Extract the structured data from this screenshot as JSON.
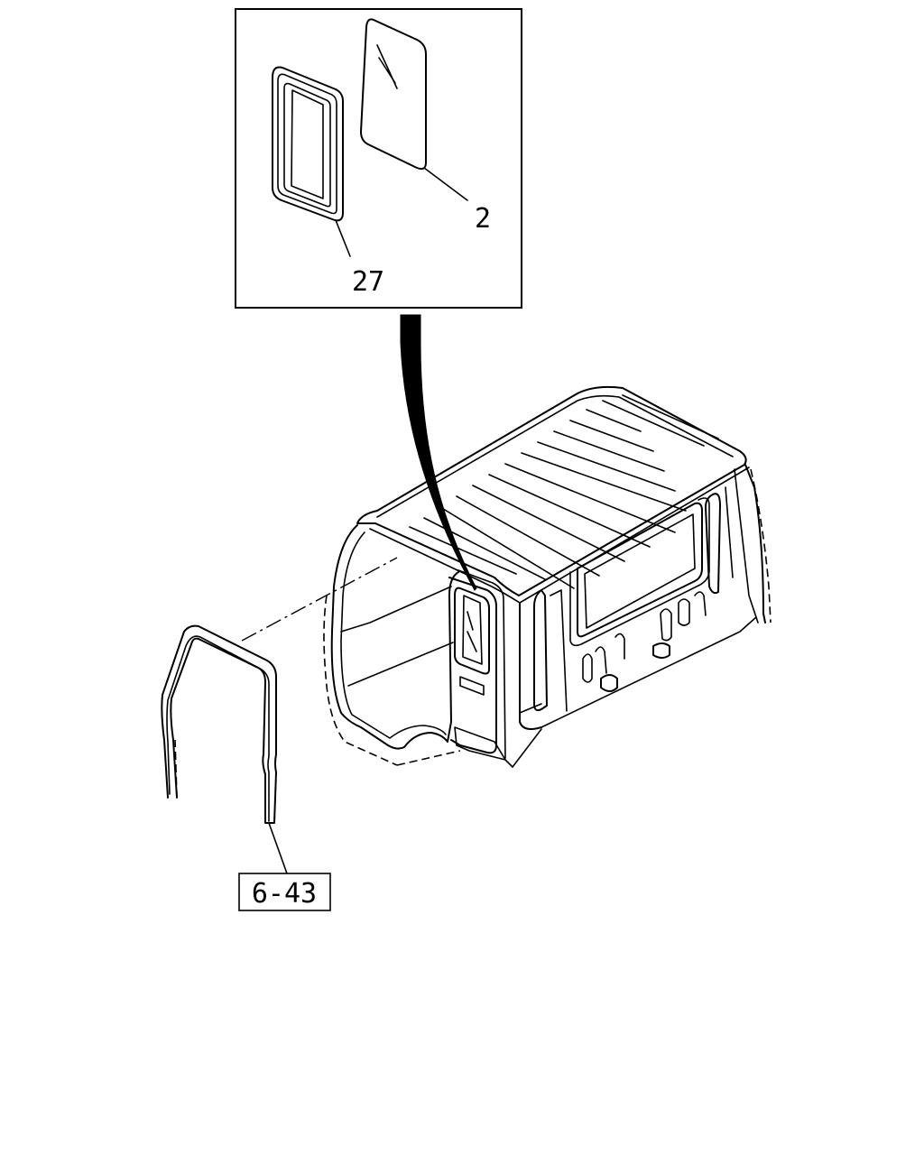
{
  "callouts": {
    "glass": "2",
    "weatherstrip": "27",
    "reference": "6-43"
  }
}
